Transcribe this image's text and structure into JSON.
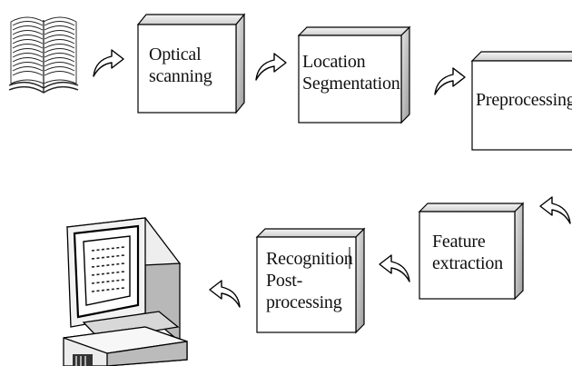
{
  "diagram": {
    "stages": [
      {
        "label": "Optical\nscanning"
      },
      {
        "label": "Location\nSegmentation"
      },
      {
        "label": "Preprocessing"
      },
      {
        "label": "Feature\nextraction"
      },
      {
        "label": "Recognition\nPost-\nprocessing"
      }
    ],
    "icons": {
      "input": "open-book-icon",
      "output": "computer-monitor-icon",
      "connector": "curved-arrow-icon"
    },
    "colors": {
      "stroke": "#000000",
      "box_face": "#ffffff",
      "box_side": "#d9d9d9",
      "box_top": "#eeeeee"
    }
  }
}
